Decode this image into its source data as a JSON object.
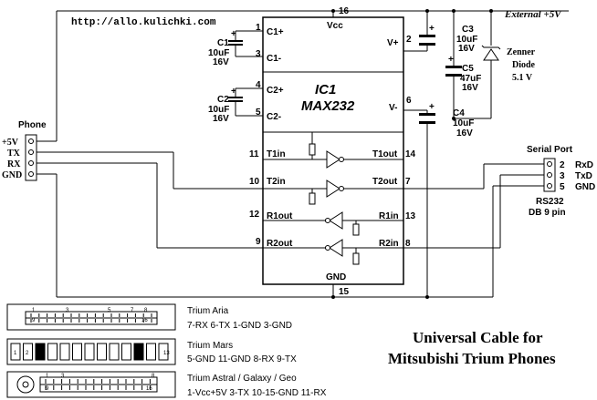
{
  "url": "http://allo.kulichki.com",
  "external_supply": "External +5V",
  "ic": {
    "ref": "IC1",
    "part": "MAX232",
    "vcc": "Vcc",
    "gnd": "GND",
    "pin_vcc": "16",
    "pin_gnd": "15",
    "left_pins": [
      {
        "num": "1",
        "name": "C1+"
      },
      {
        "num": "3",
        "name": "C1-"
      },
      {
        "num": "4",
        "name": "C2+"
      },
      {
        "num": "5",
        "name": "C2-"
      },
      {
        "num": "11",
        "name": "T1in"
      },
      {
        "num": "10",
        "name": "T2in"
      },
      {
        "num": "12",
        "name": "R1out"
      },
      {
        "num": "9",
        "name": "R2out"
      }
    ],
    "right_pins": [
      {
        "num": "2",
        "name": "V+"
      },
      {
        "num": "6",
        "name": "V-"
      },
      {
        "num": "14",
        "name": "T1out"
      },
      {
        "num": "7",
        "name": "T2out"
      },
      {
        "num": "13",
        "name": "R1in"
      },
      {
        "num": "8",
        "name": "R2in"
      }
    ]
  },
  "capacitors": [
    {
      "ref": "C1",
      "value": "10uF",
      "voltage": "16V"
    },
    {
      "ref": "C2",
      "value": "10uF",
      "voltage": "16V"
    },
    {
      "ref": "C3",
      "value": "10uF",
      "voltage": "16V"
    },
    {
      "ref": "C4",
      "value": "10uF",
      "voltage": "16V"
    },
    {
      "ref": "C5",
      "value": "47uF",
      "voltage": "16V"
    }
  ],
  "polarity": "+",
  "zener": {
    "line1": "Zenner",
    "line2": "Diode",
    "line3": "5.1 V"
  },
  "phone": {
    "title": "Phone",
    "pins": [
      "+5V",
      "TX",
      "RX",
      "GND"
    ]
  },
  "serial": {
    "title": "Serial Port",
    "pins": [
      {
        "num": "2",
        "name": "RxD"
      },
      {
        "num": "3",
        "name": "TxD"
      },
      {
        "num": "5",
        "name": "GND"
      }
    ],
    "sub1": "RS232",
    "sub2": "DB 9 pin"
  },
  "connectors": [
    {
      "name": "Trium Aria",
      "pins": "7-RX  6-TX  1-GND  3-GND",
      "top_nums": [
        "1",
        "3",
        "5",
        "7",
        "8"
      ],
      "bot_nums": [
        "9",
        "16"
      ]
    },
    {
      "name": "Trium  Mars",
      "pins": "5-GND  11-GND  8-RX  9-TX",
      "cells": [
        "1",
        "2",
        "",
        "",
        "",
        "",
        "",
        "",
        "",
        "",
        "",
        "",
        "13"
      ]
    },
    {
      "name": "Trium  Astral / Galaxy / Geo",
      "pins": "1-Vcc+5V  3-TX  10-15-GND  11-RX",
      "top_nums": [
        "1",
        "3",
        "8"
      ],
      "bot_nums": [
        "9",
        "16"
      ]
    }
  ],
  "title_line1": "Universal Cable for",
  "title_line2": "Mitsubishi Trium Phones"
}
